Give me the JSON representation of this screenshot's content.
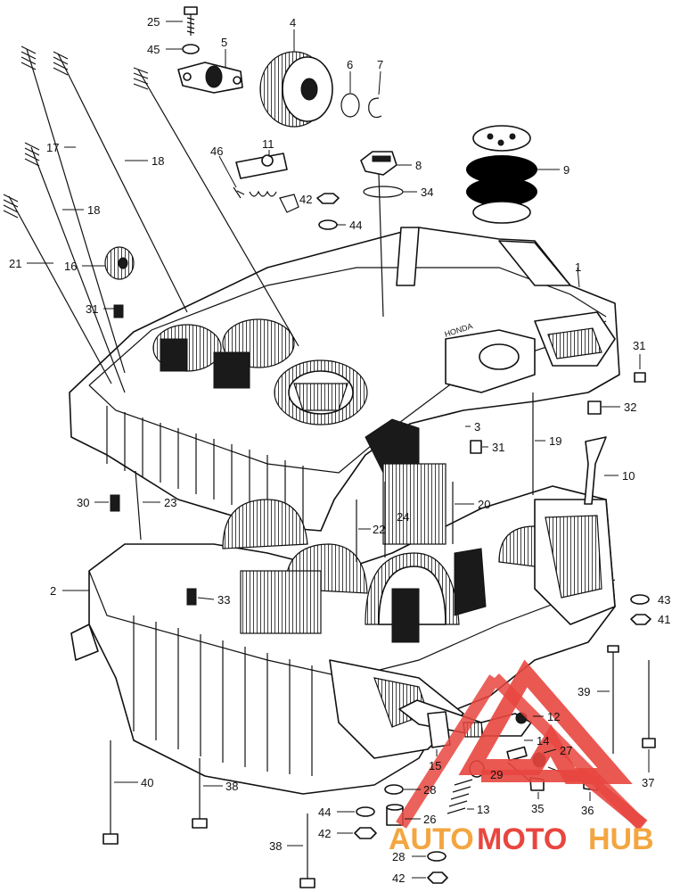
{
  "callouts": [
    {
      "id": "c25",
      "text": "25"
    },
    {
      "id": "c45",
      "text": "45"
    },
    {
      "id": "c5",
      "text": "5"
    },
    {
      "id": "c4",
      "text": "4"
    },
    {
      "id": "c6",
      "text": "6"
    },
    {
      "id": "c7",
      "text": "7"
    },
    {
      "id": "c11",
      "text": "11"
    },
    {
      "id": "c46",
      "text": "46"
    },
    {
      "id": "c8",
      "text": "8"
    },
    {
      "id": "c9",
      "text": "9"
    },
    {
      "id": "c42a",
      "text": "42"
    },
    {
      "id": "c34",
      "text": "34"
    },
    {
      "id": "c44a",
      "text": "44"
    },
    {
      "id": "c17",
      "text": "17"
    },
    {
      "id": "c18a",
      "text": "18"
    },
    {
      "id": "c18b",
      "text": "18"
    },
    {
      "id": "c21",
      "text": "21"
    },
    {
      "id": "c16",
      "text": "16"
    },
    {
      "id": "c31a",
      "text": "31"
    },
    {
      "id": "c1",
      "text": "1"
    },
    {
      "id": "c31b",
      "text": "31"
    },
    {
      "id": "c32",
      "text": "32"
    },
    {
      "id": "c3",
      "text": "3"
    },
    {
      "id": "c19",
      "text": "19"
    },
    {
      "id": "c31c",
      "text": "31"
    },
    {
      "id": "c10",
      "text": "10"
    },
    {
      "id": "c30",
      "text": "30"
    },
    {
      "id": "c23",
      "text": "23"
    },
    {
      "id": "c20",
      "text": "20"
    },
    {
      "id": "c24",
      "text": "24"
    },
    {
      "id": "c22",
      "text": "22"
    },
    {
      "id": "c2",
      "text": "2"
    },
    {
      "id": "c33",
      "text": "33"
    },
    {
      "id": "c43",
      "text": "43"
    },
    {
      "id": "c41",
      "text": "41"
    },
    {
      "id": "c39",
      "text": "39"
    },
    {
      "id": "c12",
      "text": "12"
    },
    {
      "id": "c14",
      "text": "14"
    },
    {
      "id": "c27",
      "text": "27"
    },
    {
      "id": "c15",
      "text": "15"
    },
    {
      "id": "c29",
      "text": "29"
    },
    {
      "id": "c35",
      "text": "35"
    },
    {
      "id": "c36",
      "text": "36"
    },
    {
      "id": "c37",
      "text": "37"
    },
    {
      "id": "c40",
      "text": "40"
    },
    {
      "id": "c38a",
      "text": "38"
    },
    {
      "id": "c28a",
      "text": "28"
    },
    {
      "id": "c13",
      "text": "13"
    },
    {
      "id": "c44b",
      "text": "44"
    },
    {
      "id": "c26",
      "text": "26"
    },
    {
      "id": "c42b",
      "text": "42"
    },
    {
      "id": "c38b",
      "text": "38"
    },
    {
      "id": "c28b",
      "text": "28"
    },
    {
      "id": "c42c",
      "text": "42"
    }
  ],
  "watermark": {
    "part1": "AUTO",
    "part2": "MOTO",
    "part3": "HUB",
    "color_orange": "#f3a640",
    "color_red": "#e8463f"
  }
}
